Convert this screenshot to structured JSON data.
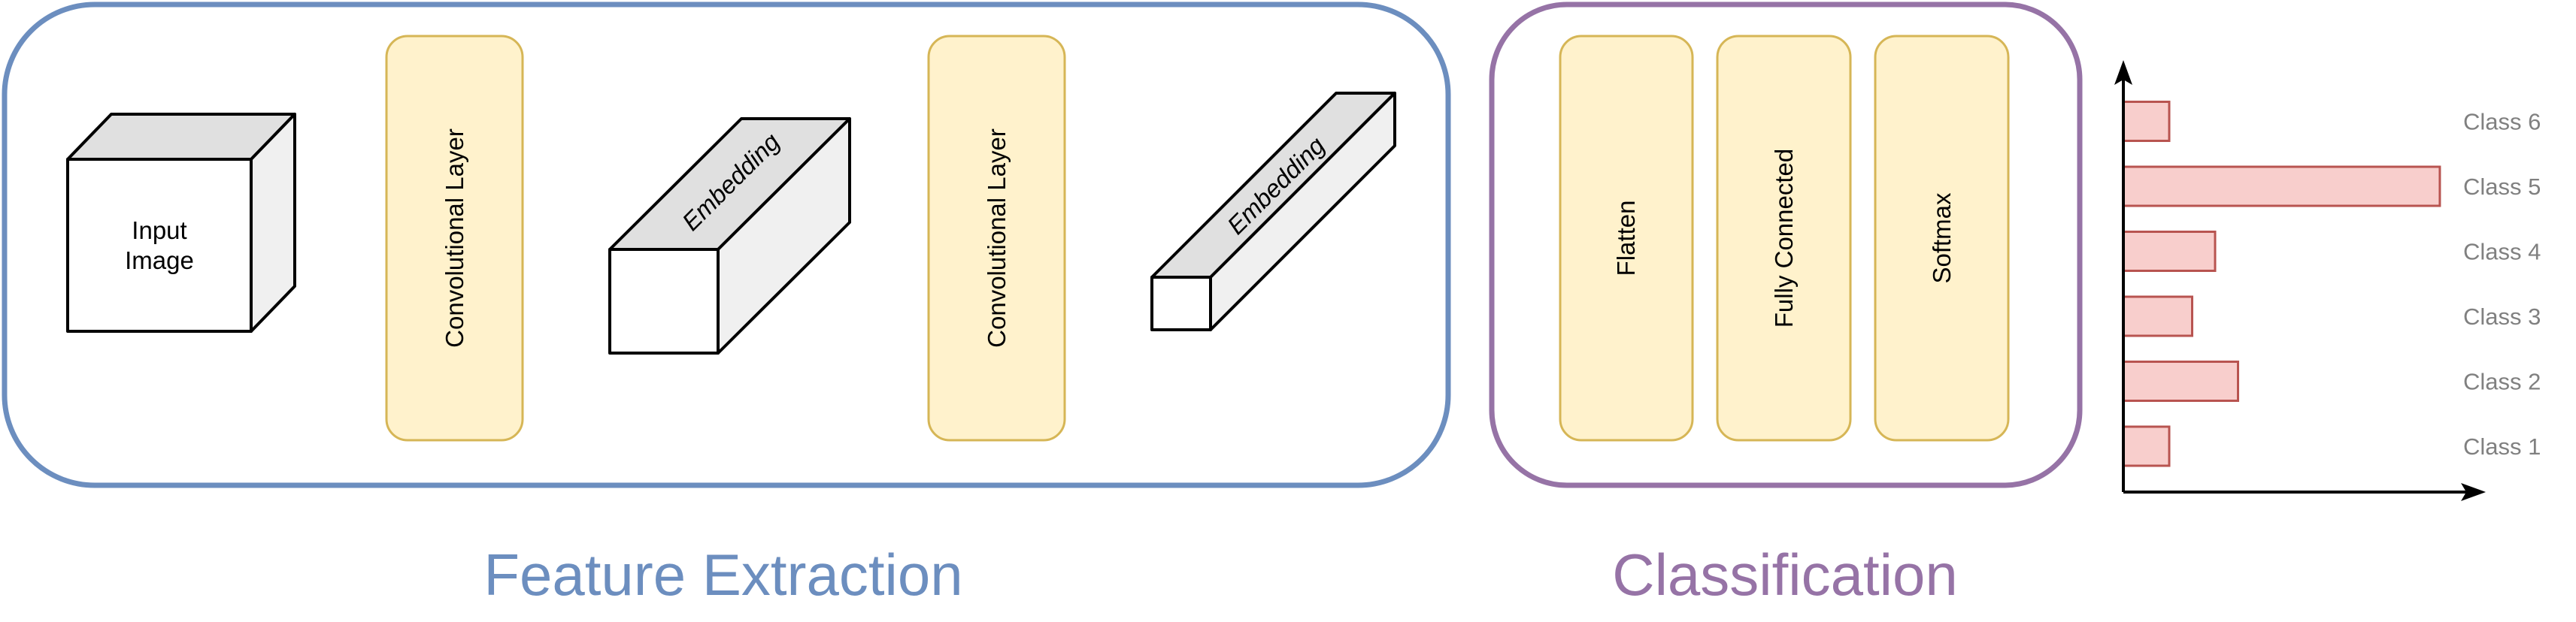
{
  "feature_extraction": {
    "title": "Feature Extraction",
    "color": "#6c8ebf",
    "input_image": [
      "Input",
      "Image"
    ],
    "conv1": "Convolutional Layer",
    "embedding1": "Embedding",
    "conv2": "Convolutional Layer",
    "embedding2": "Embedding"
  },
  "classification": {
    "title": "Classification",
    "color": "#9673a6",
    "flatten": "Flatten",
    "fully_connected": "Fully Connected",
    "softmax": "Softmax"
  },
  "chart_data": {
    "type": "bar",
    "orientation": "horizontal",
    "categories": [
      "Class 1",
      "Class 2",
      "Class 3",
      "Class 4",
      "Class 5",
      "Class 6"
    ],
    "values": [
      1,
      2.5,
      1.5,
      2,
      6.9,
      1
    ],
    "xlim": [
      0,
      8
    ],
    "title": "",
    "xlabel": "",
    "ylabel": "",
    "bar_fill": "#f8cecc",
    "bar_stroke": "#b85450"
  }
}
